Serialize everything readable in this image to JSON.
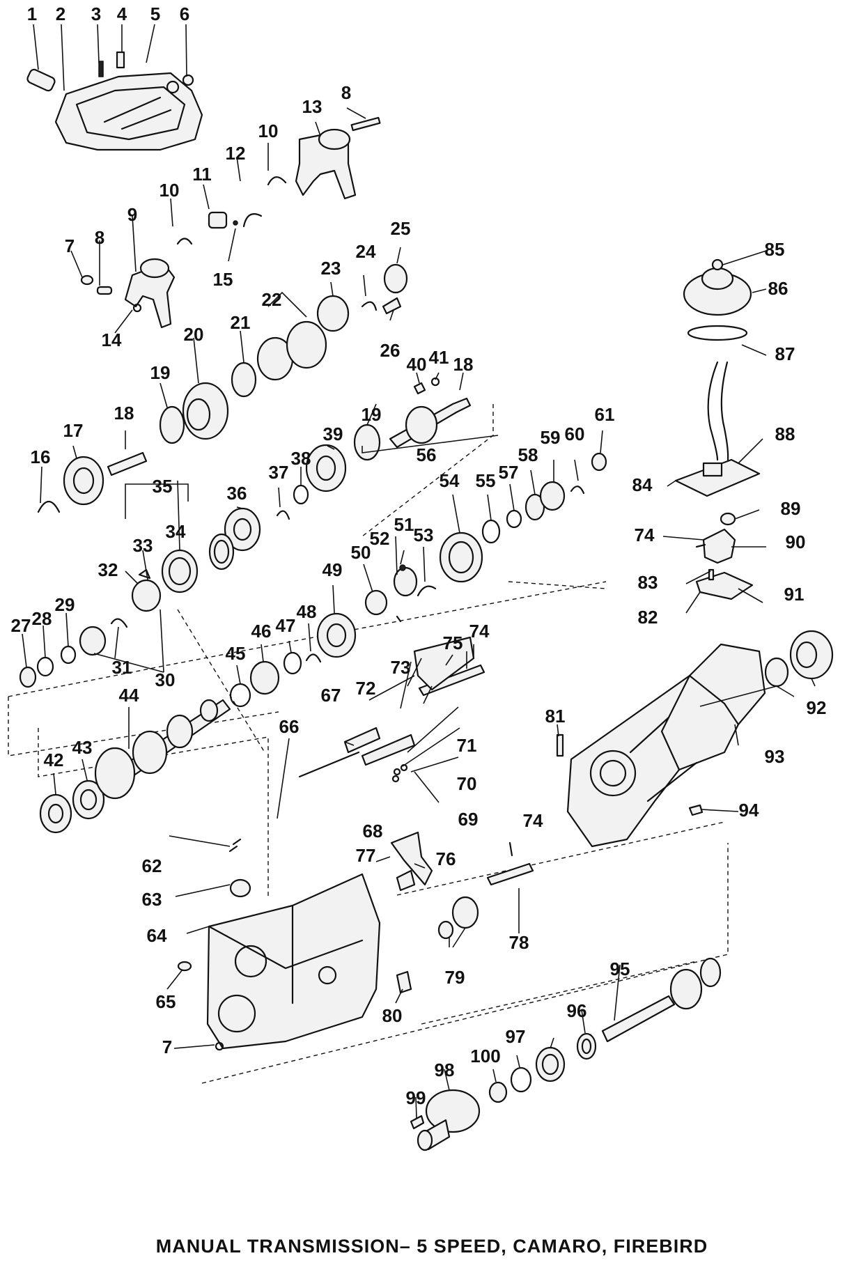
{
  "caption": "MANUAL TRANSMISSION– 5 SPEED, CAMARO, FIREBIRD",
  "callouts": {
    "n1": "1",
    "n2": "2",
    "n3": "3",
    "n4": "4",
    "n5": "5",
    "n6": "6",
    "n7a": "7",
    "n7b": "7",
    "n8a": "8",
    "n8b": "8",
    "n9": "9",
    "n10a": "10",
    "n10b": "10",
    "n11": "11",
    "n12": "12",
    "n13": "13",
    "n14": "14",
    "n15": "15",
    "n16": "16",
    "n17": "17",
    "n18a": "18",
    "n18b": "18",
    "n19a": "19",
    "n19b": "19",
    "n20": "20",
    "n21": "21",
    "n22": "22",
    "n23": "23",
    "n24": "24",
    "n25": "25",
    "n26": "26",
    "n27": "27",
    "n28": "28",
    "n29": "29",
    "n30": "30",
    "n31": "31",
    "n32": "32",
    "n33": "33",
    "n34": "34",
    "n35": "35",
    "n36": "36",
    "n37": "37",
    "n38": "38",
    "n39": "39",
    "n40": "40",
    "n41": "41",
    "n42": "42",
    "n43": "43",
    "n44": "44",
    "n45": "45",
    "n46": "46",
    "n47": "47",
    "n48": "48",
    "n49": "49",
    "n50": "50",
    "n51": "51",
    "n52": "52",
    "n53": "53",
    "n54": "54",
    "n55": "55",
    "n56": "56",
    "n57": "57",
    "n58": "58",
    "n59": "59",
    "n60": "60",
    "n61": "61",
    "n62": "62",
    "n63": "63",
    "n64": "64",
    "n65": "65",
    "n66": "66",
    "n67": "67",
    "n68": "68",
    "n69": "69",
    "n70": "70",
    "n71": "71",
    "n72": "72",
    "n73": "73",
    "n74a": "74",
    "n74b": "74",
    "n74c": "74",
    "n75": "75",
    "n76": "76",
    "n77": "77",
    "n78": "78",
    "n79": "79",
    "n80": "80",
    "n81": "81",
    "n82": "82",
    "n83": "83",
    "n84": "84",
    "n85": "85",
    "n86": "86",
    "n87": "87",
    "n88": "88",
    "n89": "89",
    "n90": "90",
    "n91": "91",
    "n92": "92",
    "n93": "93",
    "n94": "94",
    "n95": "95",
    "n96": "96",
    "n97": "97",
    "n98": "98",
    "n99": "99",
    "n100": "100"
  }
}
